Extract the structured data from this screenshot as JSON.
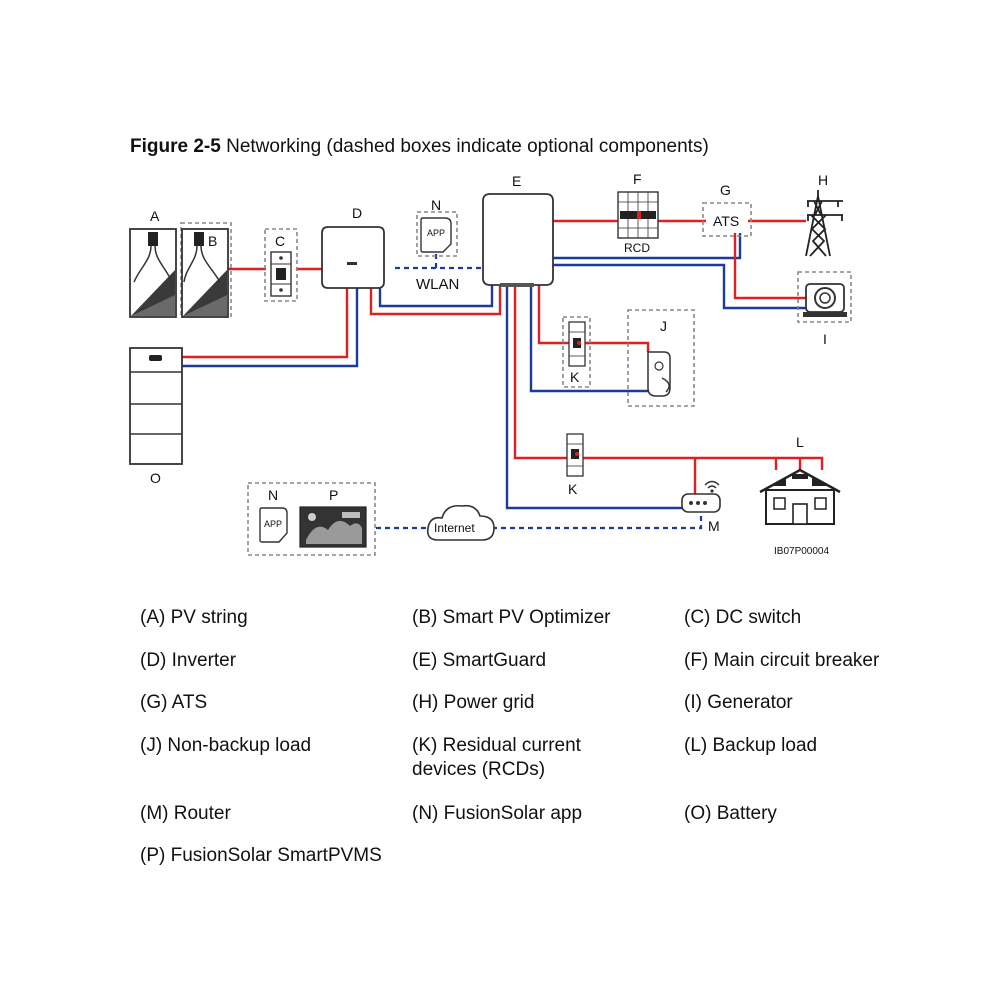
{
  "figure": {
    "number": "Figure 2-5",
    "title": "Networking (dashed boxes indicate optional components)",
    "code": "IB07P00004"
  },
  "components": {
    "A": {
      "letter": "A",
      "name": "PV string"
    },
    "B": {
      "letter": "B",
      "name": "Smart PV Optimizer"
    },
    "C": {
      "letter": "C",
      "name": "DC switch"
    },
    "D": {
      "letter": "D",
      "name": "Inverter"
    },
    "E": {
      "letter": "E",
      "name": "SmartGuard"
    },
    "F": {
      "letter": "F",
      "name": "Main circuit breaker",
      "tag": "RCD"
    },
    "G": {
      "letter": "G",
      "name": "ATS",
      "tag": "ATS"
    },
    "H": {
      "letter": "H",
      "name": "Power grid"
    },
    "I": {
      "letter": "I",
      "name": "Generator"
    },
    "J": {
      "letter": "J",
      "name": "Non-backup load"
    },
    "K": {
      "letter": "K",
      "name": "Residual current devices (RCDs)"
    },
    "L": {
      "letter": "L",
      "name": "Backup load"
    },
    "M": {
      "letter": "M",
      "name": "Router"
    },
    "N": {
      "letter": "N",
      "name": "FusionSolar app",
      "app_text": "APP"
    },
    "O": {
      "letter": "O",
      "name": "Battery"
    },
    "P": {
      "letter": "P",
      "name": "FusionSolar SmartPVMS"
    }
  },
  "links": {
    "wlan": "WLAN",
    "internet": "Internet"
  },
  "colors": {
    "ac_line": "#e02020",
    "dc_line": "#1a3a9c",
    "comm_line": "#1a3a9c",
    "device_outline": "#333333",
    "optional_box": "#888888"
  },
  "legend": [
    {
      "label": "(A) PV string"
    },
    {
      "label": "(B) Smart PV Optimizer"
    },
    {
      "label": "(C) DC switch"
    },
    {
      "label": "(D) Inverter"
    },
    {
      "label": "(E) SmartGuard"
    },
    {
      "label": "(F) Main circuit breaker"
    },
    {
      "label": "(G) ATS"
    },
    {
      "label": "(H) Power grid"
    },
    {
      "label": "(I) Generator"
    },
    {
      "label": "(J) Non-backup load"
    },
    {
      "label": "(K) Residual current devices (RCDs)"
    },
    {
      "label": "(L) Backup load"
    },
    {
      "label": "(M) Router"
    },
    {
      "label": "(N) FusionSolar app"
    },
    {
      "label": "(O) Battery"
    },
    {
      "label": "(P) FusionSolar SmartPVMS"
    }
  ]
}
